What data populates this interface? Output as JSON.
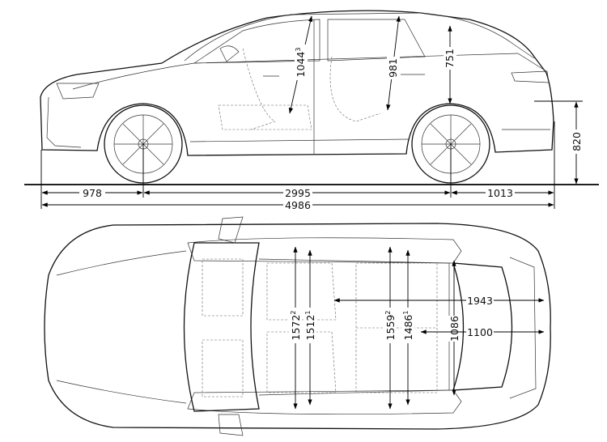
{
  "side_view": {
    "front_overhang": "978",
    "wheelbase": "2995",
    "rear_overhang": "1013",
    "overall_length": "4986",
    "loading_sill_height": "820",
    "front_headroom": {
      "value": "1044",
      "sup": "3"
    },
    "rear_headroom": {
      "value": "981"
    },
    "cargo_opening_height": {
      "value": "751"
    }
  },
  "top_view": {
    "front_shoulder_width": {
      "value": "1572",
      "sup": "2"
    },
    "front_elbow_width": {
      "value": "1512",
      "sup": "1"
    },
    "rear_shoulder_width": {
      "value": "1559",
      "sup": "2"
    },
    "rear_elbow_width": {
      "value": "1486",
      "sup": "1"
    },
    "width_between_wheel_arches": "1086",
    "cargo_length_seats_folded": "1943",
    "cargo_length": "1100"
  }
}
